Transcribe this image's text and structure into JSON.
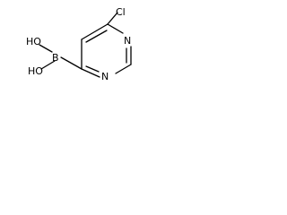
{
  "molecule": {
    "atoms": {
      "cl": "Cl",
      "n1": "N",
      "n2": "N",
      "b": "B",
      "oh_top": "HO",
      "oh_bottom": "HO"
    }
  },
  "colors": {
    "ink": "#000000",
    "background": "#ffffff"
  }
}
